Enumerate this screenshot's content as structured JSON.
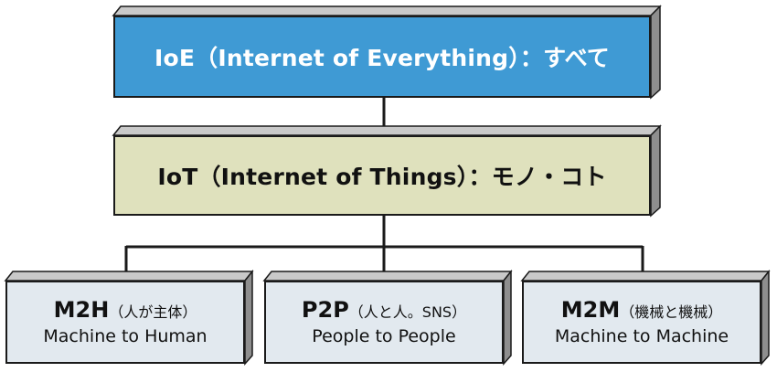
{
  "top_node": {
    "label": "IoE（Internet of Everything）：すべて",
    "color": "#3f9ad4"
  },
  "middle_node": {
    "label": "IoT（Internet of Things）：モノ・コト",
    "color": "#dfe1bd"
  },
  "leaf_nodes": [
    {
      "abbr": "M2H",
      "ja": "（人が主体）",
      "en": "Machine to Human"
    },
    {
      "abbr": "P2P",
      "ja": "（人と人。SNS）",
      "en": "People to People"
    },
    {
      "abbr": "M2M",
      "ja": "（機械と機械）",
      "en": "Machine to Machine"
    }
  ],
  "leaf_color": "#e2e9ef"
}
